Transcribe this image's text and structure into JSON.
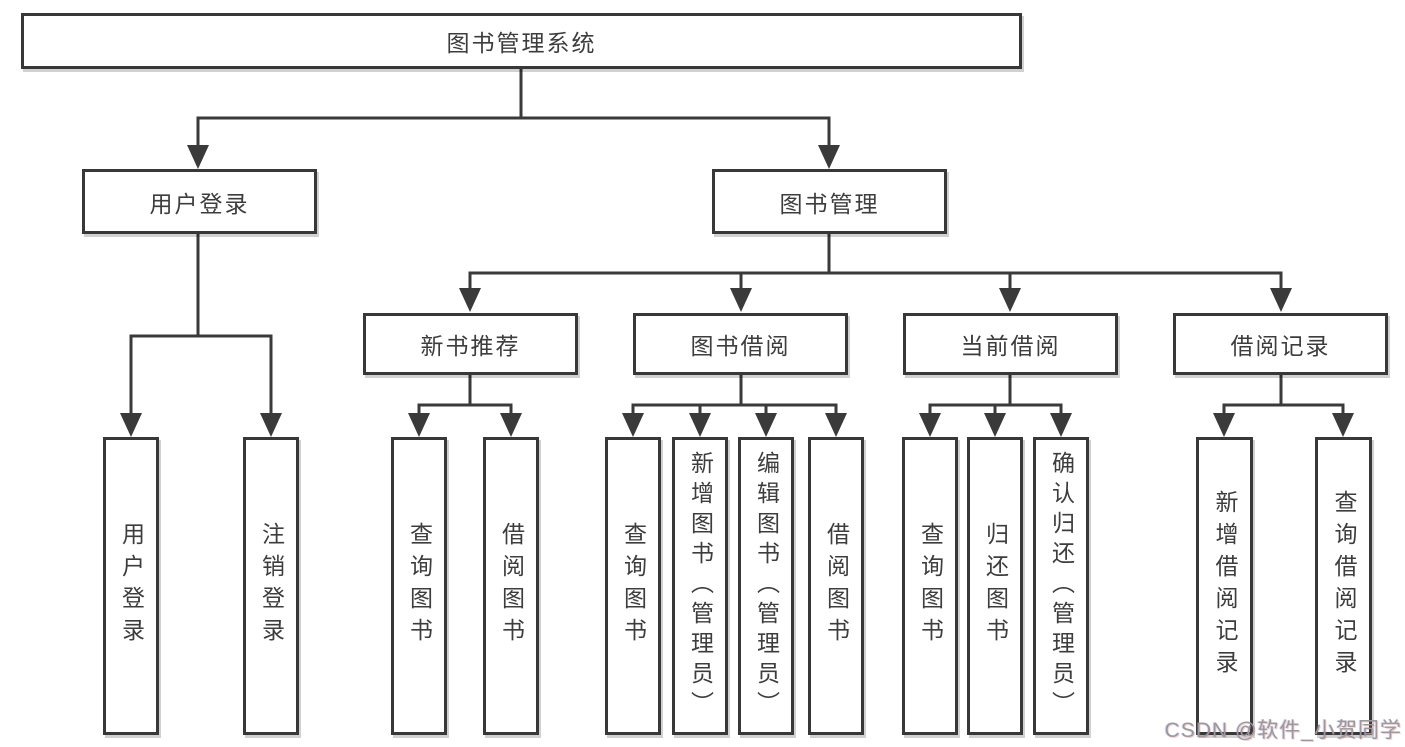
{
  "tree": {
    "label": "图书管理系统",
    "children": [
      {
        "label": "用户登录",
        "children": [
          {
            "label": "用户登录"
          },
          {
            "label": "注销登录"
          }
        ]
      },
      {
        "label": "图书管理",
        "children": [
          {
            "label": "新书推荐",
            "children": [
              {
                "label": "查询图书"
              },
              {
                "label": "借阅图书"
              }
            ]
          },
          {
            "label": "图书借阅",
            "children": [
              {
                "label": "查询图书"
              },
              {
                "label": "新增图书（管理员）"
              },
              {
                "label": "编辑图书（管理员）"
              },
              {
                "label": "借阅图书"
              }
            ]
          },
          {
            "label": "当前借阅",
            "children": [
              {
                "label": "查询图书"
              },
              {
                "label": "归还图书"
              },
              {
                "label": "确认归还（管理员）"
              }
            ]
          },
          {
            "label": "借阅记录",
            "children": [
              {
                "label": "新增借阅记录"
              },
              {
                "label": "查询借阅记录"
              }
            ]
          }
        ]
      }
    ]
  },
  "watermark": {
    "text": "CSDN @软件_小贺同学"
  },
  "colors": {
    "line": "#3a3a3a",
    "box_border": "#383838",
    "box_bg": "#ffffff",
    "text": "#3d3d3d",
    "watermark": "#9a9a9e"
  }
}
